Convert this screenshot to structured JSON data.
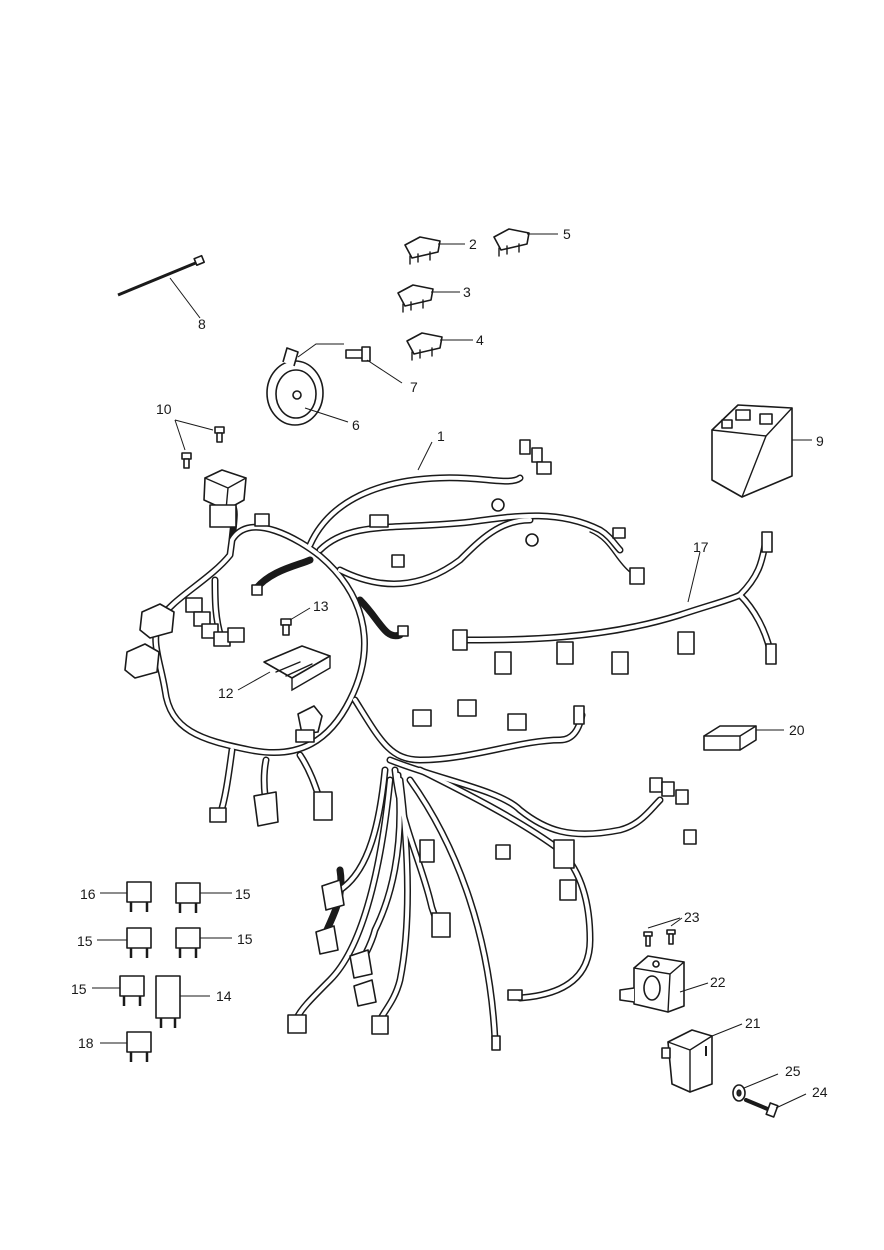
{
  "callouts": [
    {
      "id": "c1",
      "text": "1"
    },
    {
      "id": "c2",
      "text": "2"
    },
    {
      "id": "c3",
      "text": "3"
    },
    {
      "id": "c4",
      "text": "4"
    },
    {
      "id": "c5",
      "text": "5"
    },
    {
      "id": "c6",
      "text": "6"
    },
    {
      "id": "c7",
      "text": "7"
    },
    {
      "id": "c8",
      "text": "8"
    },
    {
      "id": "c9",
      "text": "9"
    },
    {
      "id": "c10",
      "text": "10"
    },
    {
      "id": "c12",
      "text": "12"
    },
    {
      "id": "c13",
      "text": "13"
    },
    {
      "id": "c14",
      "text": "14"
    },
    {
      "id": "c15a",
      "text": "15"
    },
    {
      "id": "c15b",
      "text": "15"
    },
    {
      "id": "c15c",
      "text": "15"
    },
    {
      "id": "c15d",
      "text": "15"
    },
    {
      "id": "c16",
      "text": "16"
    },
    {
      "id": "c17",
      "text": "17"
    },
    {
      "id": "c18",
      "text": "18"
    },
    {
      "id": "c20",
      "text": "20"
    },
    {
      "id": "c21",
      "text": "21"
    },
    {
      "id": "c22",
      "text": "22"
    },
    {
      "id": "c23",
      "text": "23"
    },
    {
      "id": "c24",
      "text": "24"
    },
    {
      "id": "c25",
      "text": "25"
    }
  ]
}
